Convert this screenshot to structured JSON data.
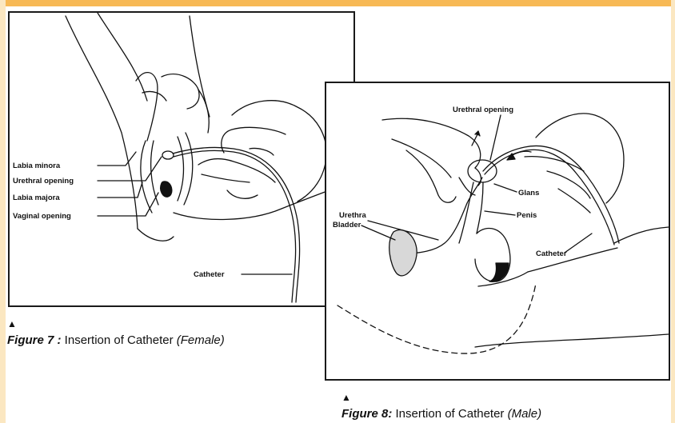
{
  "figure7": {
    "labels": {
      "labia_minora": "Labia minora",
      "urethral_opening": "Urethral opening",
      "labia_majora": "Labia majora",
      "vaginal_opening": "Vaginal opening",
      "catheter": "Catheter"
    },
    "caption": {
      "figure": "Figure 7 :",
      "text": " Insertion of Catheter ",
      "sex": "(Female)"
    }
  },
  "figure8": {
    "labels": {
      "urethral_opening": "Urethral opening",
      "urethra": "Urethra",
      "bladder": "Bladder",
      "glans": "Glans",
      "penis": "Penis",
      "catheter": "Catheter"
    },
    "caption": {
      "figure": "Figure 8:",
      "text": " Insertion of Catheter ",
      "sex": "(Male)"
    }
  },
  "marker": "▲",
  "colors": {
    "accent_edge": "#f7b955",
    "ink": "#111111"
  }
}
